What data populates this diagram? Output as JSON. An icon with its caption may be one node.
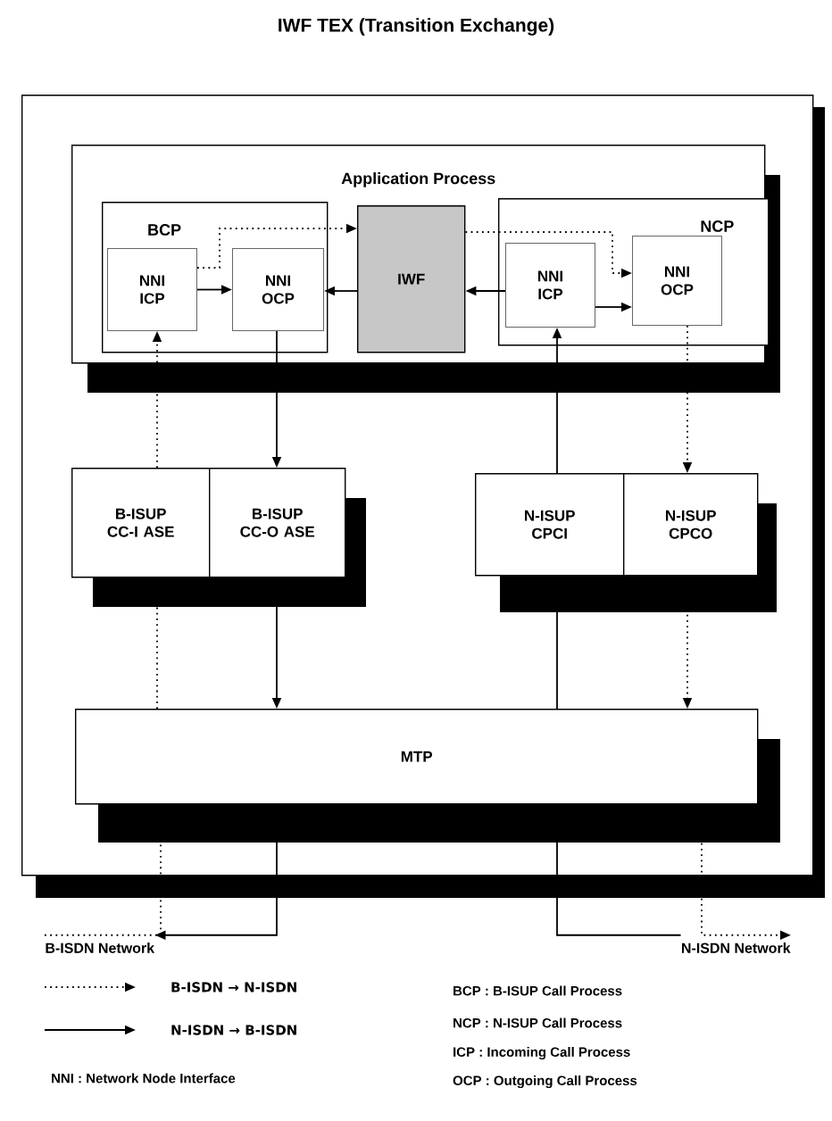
{
  "diagram": {
    "title": "IWF TEX (Transition Exchange)",
    "nodes": [
      {
        "text": [],
        "shape": "box"
      },
      {
        "text": [
          "Application Process"
        ],
        "in": 0
      },
      {
        "text": [
          "BCP"
        ],
        "in": 1
      },
      {
        "text": [
          "NNI ICP"
        ],
        "in": 2
      },
      {
        "text": [
          "NNI OCP"
        ],
        "in": 2
      },
      {
        "text": [
          "IWF"
        ],
        "in": 1
      },
      {
        "text": [
          "NCP"
        ],
        "in": 1
      },
      {
        "text": [
          "NNI ICP"
        ],
        "in": 6
      },
      {
        "text": [
          "NNI OCP"
        ],
        "in": 6
      },
      {
        "text": [
          "B-ISUP CC-I ASE"
        ],
        "in": 0
      },
      {
        "text": [
          "B-ISUP CC-O ASE"
        ],
        "in": 0
      },
      {
        "text": [
          "N-ISUP CPCI"
        ],
        "in": 0
      },
      {
        "text": [
          "N-ISUP CPCO"
        ],
        "in": 0
      },
      {
        "text": [
          "MTP"
        ],
        "in": 0
      },
      {
        "text": [
          "B-ISDN Network"
        ]
      },
      {
        "text": [
          "N-ISDN Network"
        ]
      }
    ],
    "edges": [
      {
        "from": 3,
        "to": 4,
        "arrow": "to"
      },
      {
        "from": 3,
        "to": 5,
        "arrow": "to",
        "style": "dashed"
      },
      {
        "from": 5,
        "to": 4,
        "arrow": "to"
      },
      {
        "from": 7,
        "to": 5,
        "arrow": "to"
      },
      {
        "from": 5,
        "to": 8,
        "arrow": "to",
        "style": "dashed"
      },
      {
        "from": 7,
        "to": 8,
        "arrow": "to"
      },
      {
        "from": 13,
        "to": 9,
        "arrow": "none",
        "style": "dashed"
      },
      {
        "from": 9,
        "to": 3,
        "arrow": "to",
        "style": "dashed"
      },
      {
        "from": 4,
        "to": 10,
        "arrow": "to"
      },
      {
        "from": 10,
        "to": 13,
        "arrow": "to"
      },
      {
        "from": 13,
        "to": 14,
        "arrow": "to"
      },
      {
        "from": 14,
        "to": 13,
        "arrow": "none",
        "style": "dashed"
      },
      {
        "from": 15,
        "to": 13,
        "arrow": "none"
      },
      {
        "from": 13,
        "to": 11,
        "arrow": "none"
      },
      {
        "from": 11,
        "to": 7,
        "arrow": "to"
      },
      {
        "from": 8,
        "to": 12,
        "arrow": "to",
        "style": "dashed"
      },
      {
        "from": 12,
        "to": 13,
        "arrow": "to",
        "style": "dashed"
      },
      {
        "from": 13,
        "to": 15,
        "arrow": "to",
        "style": "dashed"
      }
    ],
    "labels": [
      "BCP : B-ISUP Call Process",
      "NCP : N-ISUP Call Process",
      "ICP : Incoming Call Process",
      "NNI : Network Node Interface",
      "OCP : Outgoing Call Process"
    ],
    "legend": [
      {
        "text": "B-ISDN → N-ISDN"
      },
      {
        "text": "N-ISDN → B-ISDN"
      }
    ]
  }
}
